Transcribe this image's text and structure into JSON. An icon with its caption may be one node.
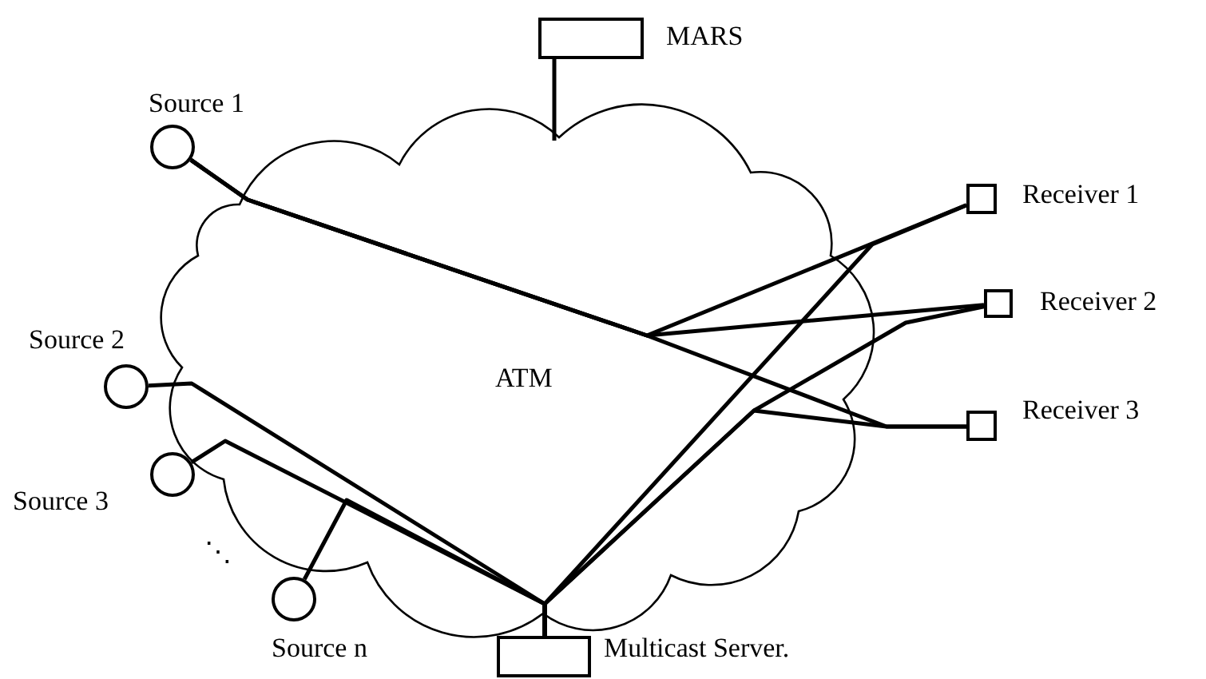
{
  "diagram": {
    "nodes": [
      {
        "text": [],
        "shape": "box",
        "beside": [
          "MARS"
        ]
      },
      {
        "text": [],
        "shape": "circle",
        "beside": [
          "Source 1"
        ]
      },
      {
        "text": [],
        "shape": "box",
        "beside": [
          "Receiver 1"
        ]
      },
      {
        "text": [],
        "shape": "box",
        "beside": [
          "Receiver 2"
        ]
      },
      {
        "text": [],
        "shape": "circle",
        "beside": [
          "Source 2"
        ]
      },
      {
        "text": [],
        "shape": "box",
        "beside": [
          "Receiver 3"
        ]
      },
      {
        "text": [],
        "shape": "circle",
        "beside": [
          "Source 3"
        ]
      },
      {
        "text": [],
        "shape": "circle",
        "beside": [
          "Source n"
        ]
      },
      {
        "text": [],
        "shape": "box",
        "beside": [
          "Multicast Server."
        ]
      }
    ],
    "edges": [
      {
        "from": 0,
        "to": null,
        "arrow": "none"
      },
      {
        "from": 1,
        "to": 2,
        "arrow": "none"
      },
      {
        "from": 1,
        "to": 3,
        "arrow": "none"
      },
      {
        "from": 1,
        "to": 5,
        "arrow": "none"
      },
      {
        "from": 8,
        "to": 2,
        "arrow": "none"
      },
      {
        "from": 8,
        "to": 3,
        "arrow": "none"
      },
      {
        "from": 8,
        "to": 5,
        "arrow": "none"
      },
      {
        "from": 4,
        "to": 8,
        "arrow": "none"
      },
      {
        "from": 6,
        "to": 8,
        "arrow": "none"
      },
      {
        "from": 7,
        "to": 8,
        "arrow": "none"
      }
    ],
    "labels": [
      "ATM",
      "⋱"
    ]
  }
}
